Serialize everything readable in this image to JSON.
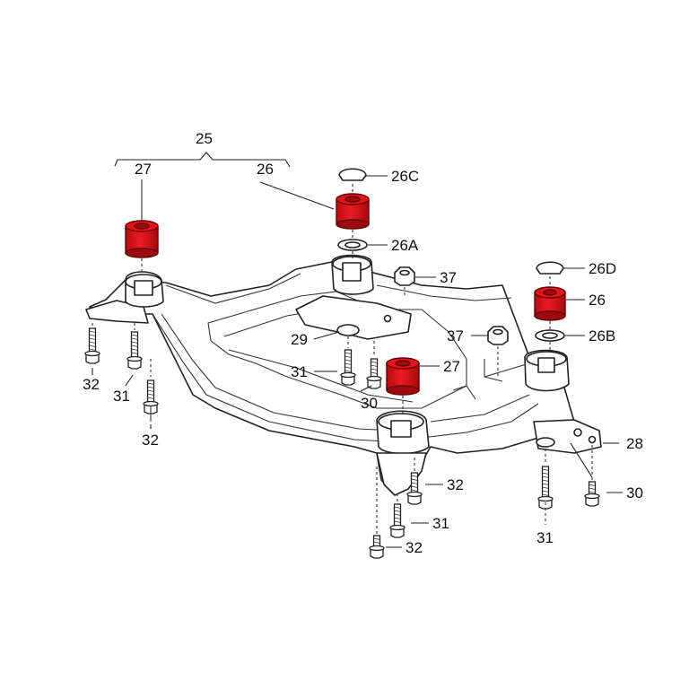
{
  "colors": {
    "bushing_red": "#e0151b",
    "bushing_dark": "#9b0a0e",
    "line": "#222222",
    "background": "#ffffff"
  },
  "labels": {
    "l25": "25",
    "l27_group": "27",
    "l26_group": "26",
    "l26c": "26C",
    "l26a": "26A",
    "l37_top": "37",
    "l26d": "26D",
    "l26_right": "26",
    "l26b": "26B",
    "l37_mid": "37",
    "l29": "29",
    "l27_mid": "27",
    "l31_center": "31",
    "l30_center": "30",
    "l32_left_top": "32",
    "l31_left": "31",
    "l32_left_bottom": "32",
    "l28": "28",
    "l32_mid": "32",
    "l30_right": "30",
    "l31_bottom": "31",
    "l32_bottom": "32",
    "l31_right": "31"
  }
}
